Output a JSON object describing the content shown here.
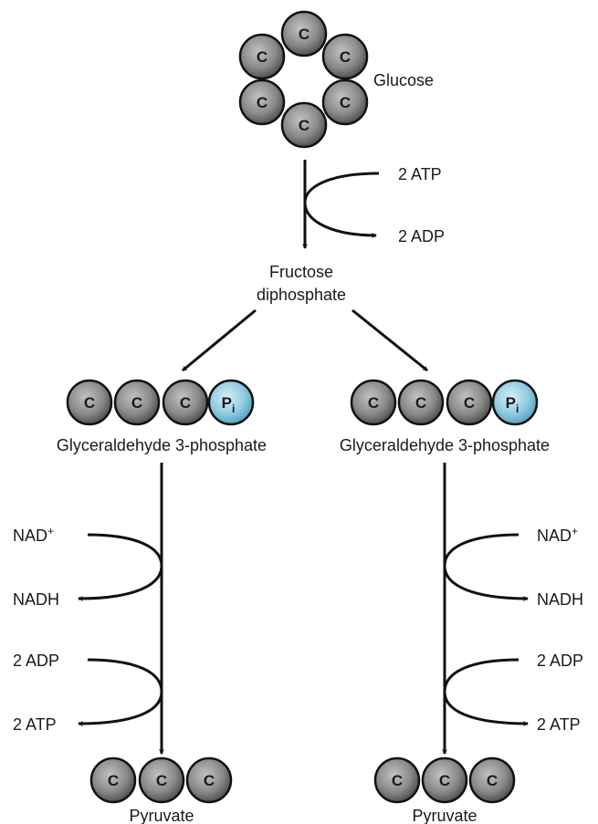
{
  "title": "Glycolysis overview",
  "colors": {
    "carbon_fill_light": "#b5b5b5",
    "carbon_fill_dark": "#555555",
    "phosphate_fill_light": "#c9e8f3",
    "phosphate_fill_dark": "#5aaecc",
    "stroke": "#111111"
  },
  "glucose": {
    "label": "Glucose",
    "atoms": [
      "C",
      "C",
      "C",
      "C",
      "C",
      "C"
    ]
  },
  "step1": {
    "input": "2 ATP",
    "output": "2 ADP"
  },
  "intermediate": {
    "line1": "Fructose",
    "line2": "diphosphate"
  },
  "branches": [
    {
      "molecule_label": "Glyceraldehyde 3-phosphate",
      "atoms": [
        "C",
        "C",
        "C"
      ],
      "phosphate": {
        "base": "P",
        "sub": "i"
      },
      "reaction1": {
        "input": "NAD",
        "input_sup": "+",
        "output": "NADH"
      },
      "reaction2": {
        "input": "2 ADP",
        "output": "2 ATP"
      },
      "product_label": "Pyruvate",
      "product_atoms": [
        "C",
        "C",
        "C"
      ]
    },
    {
      "molecule_label": "Glyceraldehyde 3-phosphate",
      "atoms": [
        "C",
        "C",
        "C"
      ],
      "phosphate": {
        "base": "P",
        "sub": "i"
      },
      "reaction1": {
        "input": "NAD",
        "input_sup": "+",
        "output": "NADH"
      },
      "reaction2": {
        "input": "2 ADP",
        "output": "2 ATP"
      },
      "product_label": "Pyruvate",
      "product_atoms": [
        "C",
        "C",
        "C"
      ]
    }
  ]
}
